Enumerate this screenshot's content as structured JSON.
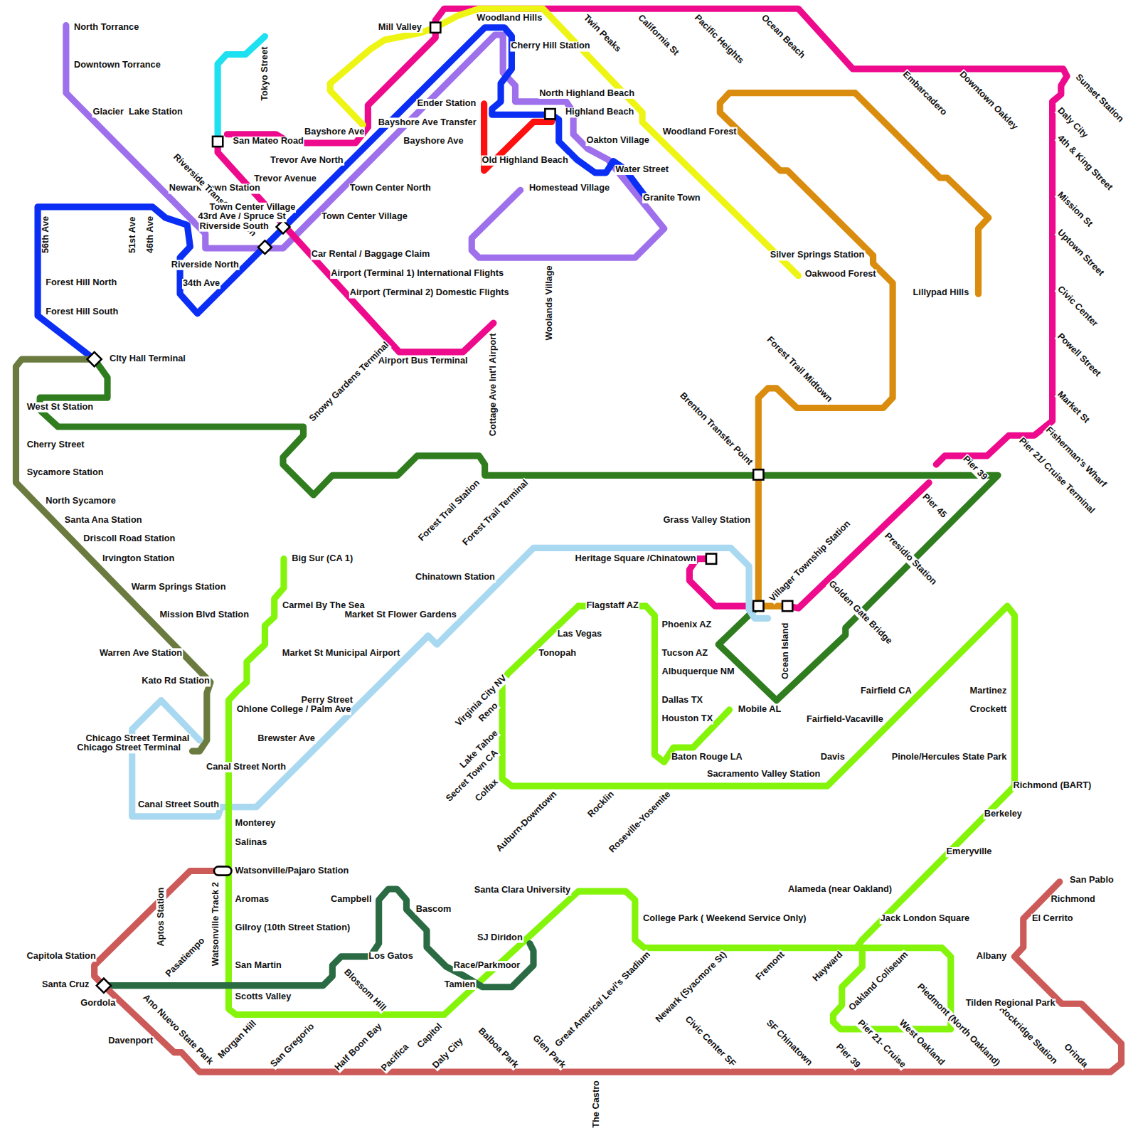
{
  "diagram": {
    "labels": [
      "North Torrance",
      "Downtown Torrance",
      "Glacier  Lake Station",
      "Newark Town Station",
      "Riverside Transfer Station",
      "43rd Ave / Spruce St",
      "Riverside South",
      "Town Center Village",
      "Town Center Village",
      "Riverside North",
      "34th Ave",
      "56th Ave",
      "51st Ave",
      "46th Ave",
      "Forest Hill North",
      "Forest Hill South",
      "CIty Hall Terminal",
      "San Mateo Road",
      "Tokyo Street",
      "Bayshore Ave",
      "Bayshore Ave Transfer",
      "Bayshore Ave",
      "Mill Valley",
      "Woodland Hills",
      "Cherry Hill Station",
      "Ender Station",
      "North Highland Beach",
      "Highland Beach",
      "Oakton Village",
      "Old Highland Beach",
      "Water Street",
      "Homestead Village",
      "Granite Town",
      "Woolands Village",
      "Trevor Ave North",
      "Trevor Avenue",
      "Town Center North",
      "Car Rental / Baggage Claim",
      "Airport (Terminal 1) International Flights",
      "Airport (Terminal 2) Domestic Flights",
      "Airport Bus Terminal",
      "Snowy Gardens Terminal",
      "Cottage Ave Int'l Airport",
      "Woodland Forest",
      "Twin Peaks",
      "California St",
      "Pacific Heights",
      "Ocean Beach",
      "Embarcadero",
      "Downtown Oakley",
      "Sunset Station",
      "Daly City",
      "4th & King Street",
      "Mission St",
      "Uptown Street",
      "Civic Center",
      "Powell Street",
      "Market St",
      "Fisherman's Wharf",
      "Pier 21/ Cruise Terminal",
      "Pier 39",
      "Pier 45",
      "Presidio Station",
      "Golden Gate Bridge",
      "Silver Springs Station",
      "Oakwood Forest",
      "Lillypad Hills",
      "Forest Trail Midtown",
      "Brenton Transfer Point",
      "West St Station",
      "Cherry Street",
      "Sycamore Station",
      "North Sycamore",
      "Santa Ana Station",
      "Driscoll Road Station",
      "Irvington Station",
      "Warm Springs Station",
      "Mission Blvd Station",
      "Warren Ave Station",
      "Kato Rd Station",
      "Forest Trail Station",
      "Forest Trail Terminal",
      "Grass Valley Station",
      "Villager Township Station",
      "Ocean Island",
      "Heritage Square /Chinatown",
      "Chinatown Station",
      "Market St Flower Gardens",
      "Market St Municipal Airport",
      "Perry Street",
      "Brewster Ave",
      "Canal Street North",
      "Canal Street South",
      "Chicago Street Terminal",
      "Chicago Street Terminal",
      "Ohlone College / Palm Ave",
      "Big Sur (CA 1)",
      "Carmel By The Sea",
      "Monterey",
      "Salinas",
      "Watsonville/Pajaro Station",
      "Aromas",
      "Gilroy (10th Street Station)",
      "San Martin",
      "Scotts Valley",
      "Watsonville Track 2",
      "Flagstaff AZ",
      "Phoenix AZ",
      "Tucson AZ",
      "Albuquerque NM",
      "Dallas TX",
      "Houston TX",
      "Mobile AL",
      "Baton Rouge LA",
      "Las Vegas",
      "Tonopah",
      "Virginia City NV",
      "Reno",
      "Lake Tahoe",
      "Secret Town CA",
      "Colfax",
      "Auburn-Downtown",
      "Rocklin",
      "Roseville-Yosemite",
      "Sacramento Valley Station",
      "Davis",
      "Fairfield-Vacaville",
      "Fairfield CA",
      "Martinez",
      "Crockett",
      "Pinole/Hercules State Park",
      "Richmond (BART)",
      "Berkeley",
      "Emeryville",
      "Alameda (near Oakland)",
      "Jack London Square",
      "Santa Clara University",
      "College Park ( Weekend Service Only)",
      "SJ Diridon",
      "Great America/ Levi's Stadium",
      "Newark (Syacmore St)",
      "Fremont",
      "Hayward",
      "Oakland Coliseum",
      "Piedmont (North Oakland)",
      "Campbell",
      "Bascom",
      "Los Gatos",
      "Race/Parkmoor",
      "Tamien",
      "Blossom Hill",
      "Capitola Station",
      "Santa Cruz",
      "Gordola",
      "Davenport",
      "Aptos Station",
      "Pasatiempo",
      "Ano Nuevo State Park",
      "Morgan Hill",
      "San Gregorio",
      "Half Boon Bay",
      "Pacifica",
      "Capitol",
      "Daly City",
      "Balboa Park",
      "Glen Park",
      "The Castro",
      "Civic Center SF",
      "SF Chinatown",
      "Pier 39",
      "Pier 21- Cruise",
      "West Oakland",
      "Rockridge Station",
      "Orinda",
      "San Pablo",
      "Richmond",
      "El Cerrito",
      "Albany",
      "Tilden Regional Park"
    ]
  }
}
